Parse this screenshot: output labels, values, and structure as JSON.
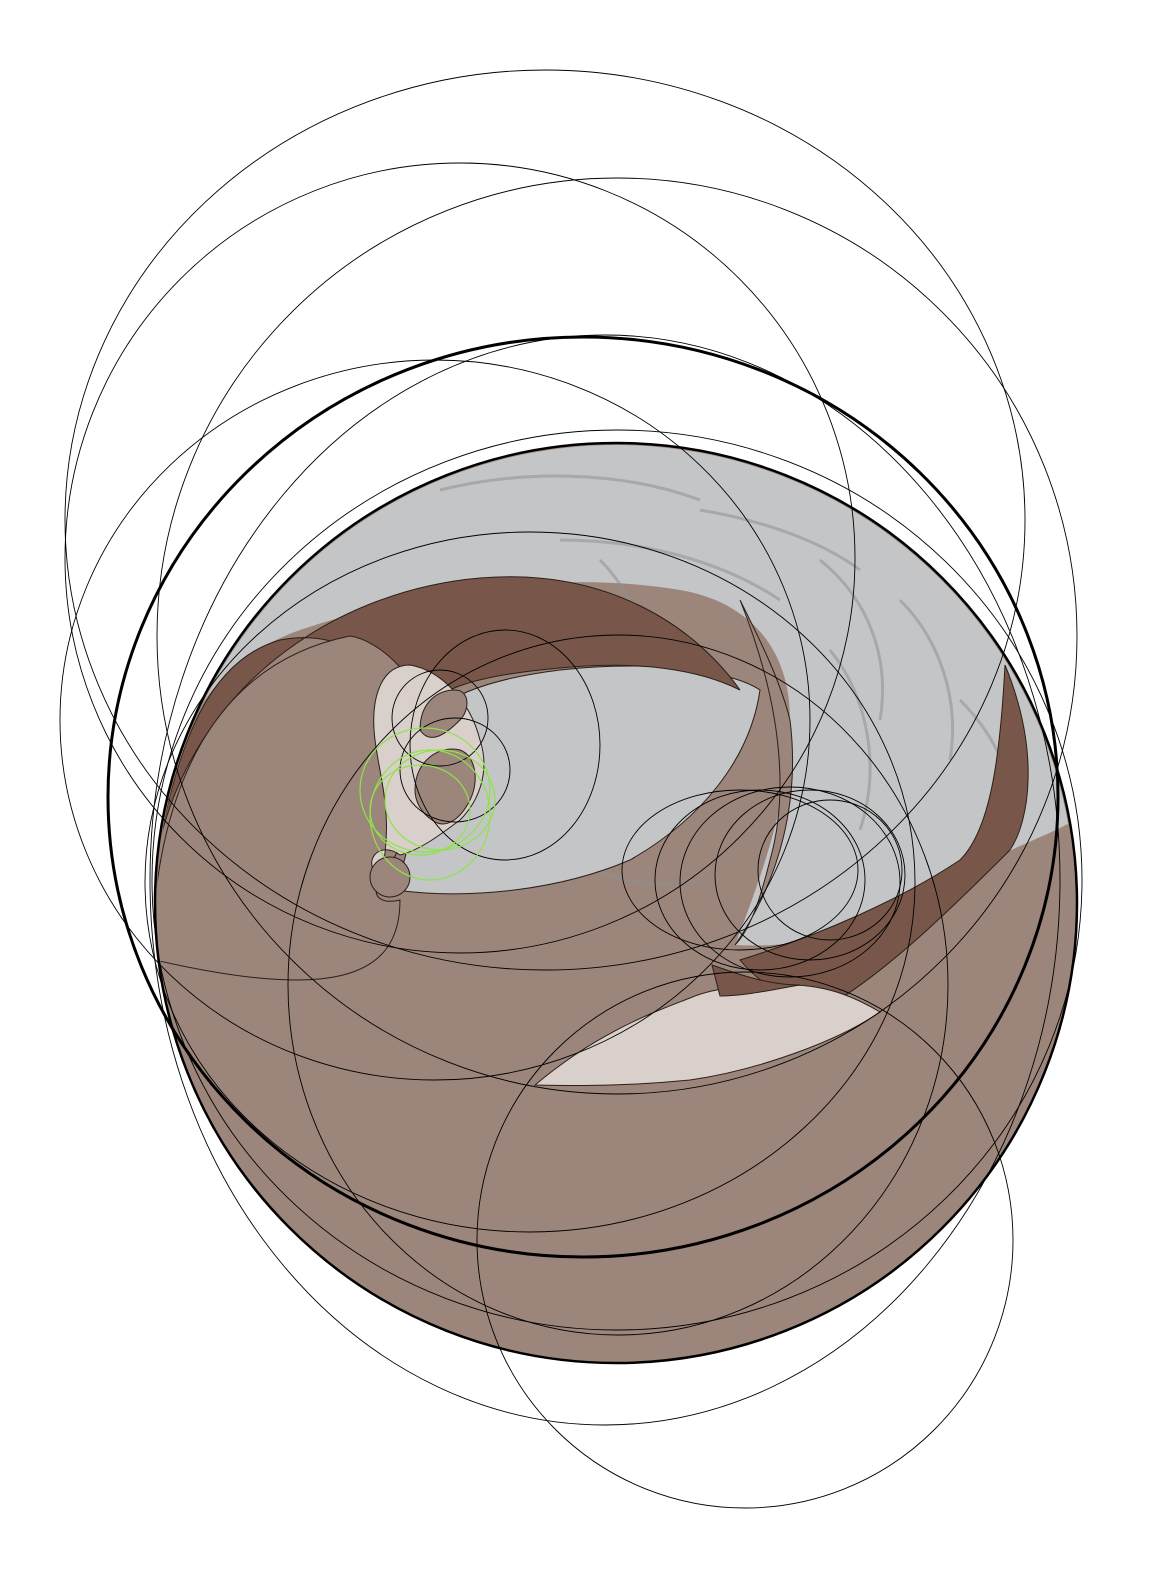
{
  "artwork": {
    "colors": {
      "background": "#ffffff",
      "sketch_gray": "#c4c5c6",
      "sketch_line": "#8f9192",
      "brown_main": "#9c857b",
      "brown_dark": "#78574a",
      "pale_pink": "#d9d0cc",
      "guide_line": "#000000",
      "green_guide": "#8fe34a"
    },
    "elements": [
      "sketch-background",
      "brown-disc",
      "dark-brown-band",
      "eye-shape",
      "spiral-curl",
      "beak-gap",
      "construction-circles",
      "bold-guide-circle",
      "green-guide-circles"
    ]
  }
}
